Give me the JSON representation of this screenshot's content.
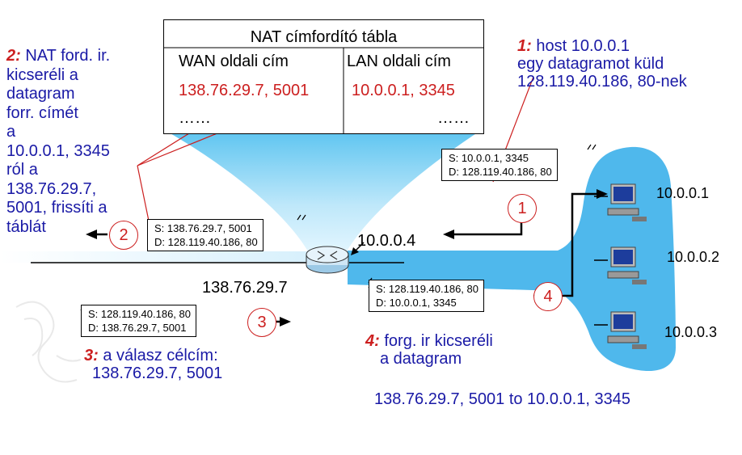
{
  "nat_table": {
    "title": "NAT címfordító tábla",
    "col_wan": "WAN oldali cím",
    "col_lan": "LAN oldali cím",
    "row_wan": "138.76.29.7, 5001",
    "row_lan": "10.0.0.1, 3345",
    "dots_left": "……",
    "dots_right": "……"
  },
  "steps": {
    "step1": {
      "num": "1:",
      "lines": [
        "host 10.0.0.1",
        "egy datagramot küld",
        "128.119.40.186, 80-nek"
      ]
    },
    "step2": {
      "num": "2:",
      "lines": [
        "NAT ford. ir.",
        "kicseréli a",
        "datagram",
        "forr. címét",
        "a",
        "10.0.0.1, 3345",
        "ról a",
        "138.76.29.7,",
        "5001, frissíti a",
        "táblát"
      ]
    },
    "step3": {
      "num": "3:",
      "lines": [
        "a válasz célcím:",
        "138.76.29.7, 5001"
      ]
    },
    "step4": {
      "num": "4:",
      "lines": [
        "forg. ir kicseréli",
        "a datagram"
      ]
    },
    "bottom_line": "138.76.29.7, 5001 to 10.0.0.1, 3345"
  },
  "packets": {
    "p1": {
      "s": "S: 10.0.0.1, 3345",
      "d": "D: 128.119.40.186, 80",
      "num": "1"
    },
    "p2": {
      "s": "S: 138.76.29.7, 5001",
      "d": "D: 128.119.40.186, 80",
      "num": "2"
    },
    "p3": {
      "s": "S: 128.119.40.186, 80",
      "d": "D: 138.76.29.7, 5001",
      "num": "3"
    },
    "p4": {
      "s": "S: 128.119.40.186, 80",
      "d": "D: 10.0.0.1, 3345",
      "num": "4"
    }
  },
  "router": {
    "wan_ip": "138.76.29.7",
    "lan_ip": "10.0.0.4"
  },
  "hosts": [
    "10.0.0.1",
    "10.0.0.2",
    "10.0.0.3"
  ],
  "colors": {
    "text_blue": "#1a1aa6",
    "accent_red": "#cc1f1f",
    "lan_blue": "#4fb8ec"
  }
}
